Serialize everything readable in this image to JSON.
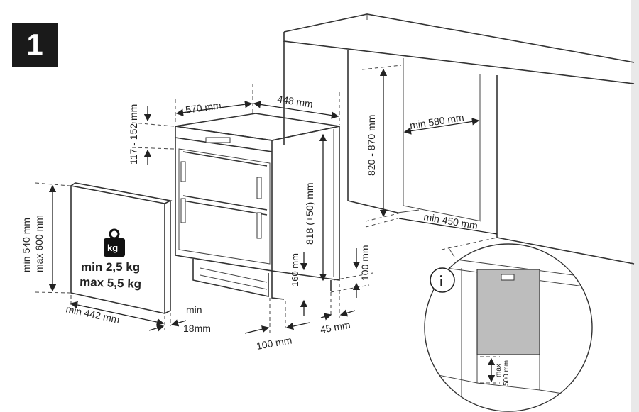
{
  "step": {
    "number": "1"
  },
  "dimensions": {
    "top_width": "570 mm",
    "top_depth": "448 mm",
    "top_gap": "117 - 152 mm",
    "height": "818 (+50) mm",
    "plinth_height": "160 mm",
    "plinth_depth": "100 mm",
    "rear_gap": "45 mm",
    "rear_height": "100 mm",
    "panel_height_min": "min 540 mm",
    "panel_height_max": "max 600 mm",
    "panel_width": "min 442 mm",
    "panel_thickness_1": "min",
    "panel_thickness_2": "18mm",
    "weight_min": "min  2,5 kg",
    "weight_max": "max  5,5 kg",
    "weight_icon": "kg",
    "niche_height": "820 - 870 mm",
    "niche_width": "min 580 mm",
    "niche_depth": "min 450 mm",
    "inset_gap_1": "max",
    "inset_gap_2": "500 mm"
  },
  "icons": {
    "info": "i"
  }
}
